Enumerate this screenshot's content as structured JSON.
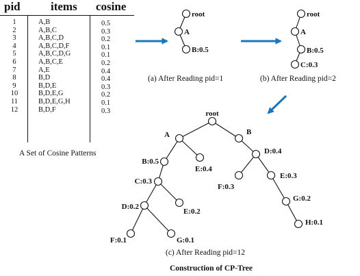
{
  "table": {
    "headers": [
      "pid",
      "items",
      "cosine"
    ],
    "rows": [
      {
        "pid": "1",
        "items": "A,B",
        "cosine": "0.5"
      },
      {
        "pid": "2",
        "items": "A,B,C",
        "cosine": "0.3"
      },
      {
        "pid": "3",
        "items": "A,B,C,D",
        "cosine": "0.2"
      },
      {
        "pid": "4",
        "items": "A,B,C,D,F",
        "cosine": "0.1"
      },
      {
        "pid": "5",
        "items": "A,B,C,D,G",
        "cosine": "0.1"
      },
      {
        "pid": "6",
        "items": "A,B,C,E",
        "cosine": "0.2"
      },
      {
        "pid": "7",
        "items": "A,E",
        "cosine": "0.4"
      },
      {
        "pid": "8",
        "items": "B,D",
        "cosine": "0.4"
      },
      {
        "pid": "9",
        "items": "B,D,E",
        "cosine": "0.3"
      },
      {
        "pid": "10",
        "items": "B,D,E,G",
        "cosine": "0.2"
      },
      {
        "pid": "11",
        "items": "B,D,E,G,H",
        "cosine": "0.1"
      },
      {
        "pid": "12",
        "items": "B,D,F",
        "cosine": "0.3"
      }
    ],
    "caption": "A Set of Cosine Patterns"
  },
  "tree_a": {
    "labels": {
      "root": "root",
      "a": "A",
      "b": "B:0.5"
    },
    "caption": "(a)  After Reading pid=1"
  },
  "tree_b": {
    "labels": {
      "root": "root",
      "a": "A",
      "b": "B:0.5",
      "c": "C:0.3"
    },
    "caption": "(b)  After Reading pid=2"
  },
  "tree_c": {
    "labels": {
      "root": "root",
      "a": "A",
      "b": "B",
      "ab": "B:0.5",
      "ae": "E:0.4",
      "bd": "D:0.4",
      "abc": "C:0.3",
      "bdf": "F:0.3",
      "bde": "E:0.3",
      "abcd": "D:0.2",
      "abce": "E:0.2",
      "bdeg": "G:0.2",
      "abcdf": "F:0.1",
      "abcdg": "G:0.1",
      "bdegh": "H:0.1"
    },
    "caption": "(c)  After Reading pid=12"
  },
  "figure_title": "Construction of CP-Tree",
  "colors": {
    "arrow": "#1b75bb",
    "line": "#111111",
    "node_fill": "#ffffff"
  }
}
